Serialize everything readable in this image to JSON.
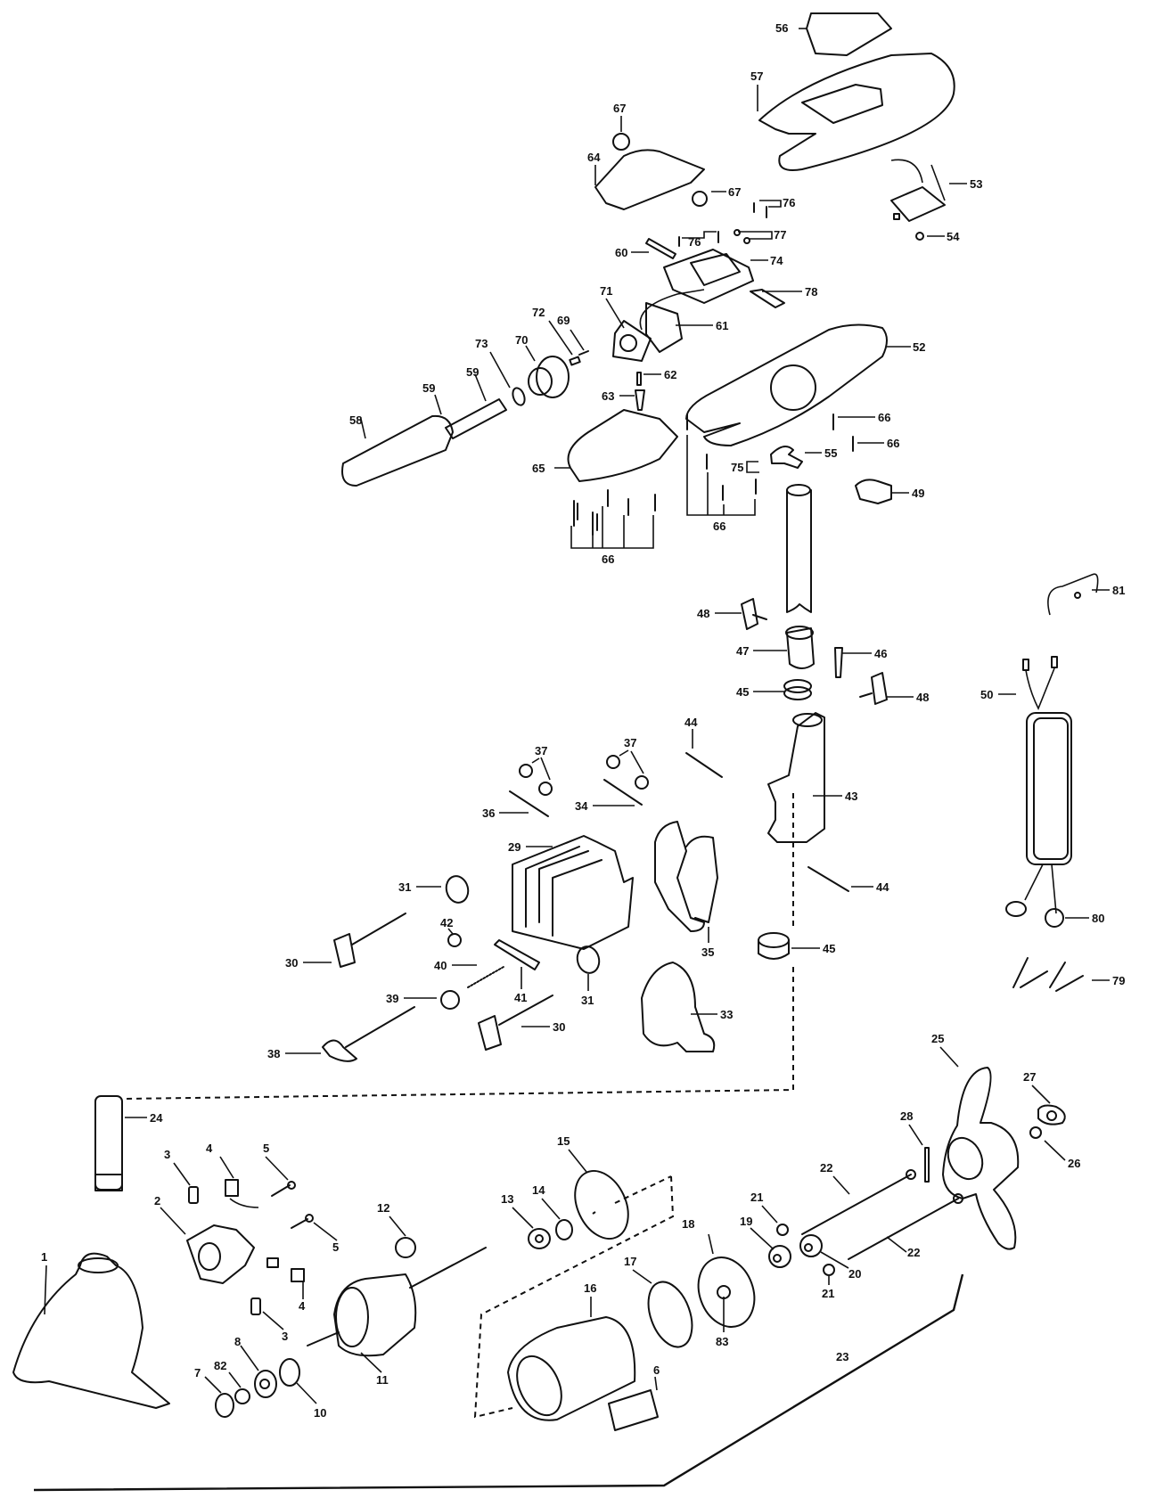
{
  "diagram": {
    "type": "exploded-parts-diagram",
    "subject": "trolling motor",
    "labels": [
      {
        "id": "p56",
        "text": "56"
      },
      {
        "id": "p57",
        "text": "57"
      },
      {
        "id": "p67a",
        "text": "67"
      },
      {
        "id": "p64",
        "text": "64"
      },
      {
        "id": "p67b",
        "text": "67"
      },
      {
        "id": "p76a",
        "text": "76"
      },
      {
        "id": "p53",
        "text": "53"
      },
      {
        "id": "p77",
        "text": "77"
      },
      {
        "id": "p76b",
        "text": "76"
      },
      {
        "id": "p60",
        "text": "60"
      },
      {
        "id": "p54",
        "text": "54"
      },
      {
        "id": "p74",
        "text": "74"
      },
      {
        "id": "p78",
        "text": "78"
      },
      {
        "id": "p71",
        "text": "71"
      },
      {
        "id": "p72",
        "text": "72"
      },
      {
        "id": "p69",
        "text": "69"
      },
      {
        "id": "p61",
        "text": "61"
      },
      {
        "id": "p73",
        "text": "73"
      },
      {
        "id": "p70",
        "text": "70"
      },
      {
        "id": "p52",
        "text": "52"
      },
      {
        "id": "p62",
        "text": "62"
      },
      {
        "id": "p59a",
        "text": "59"
      },
      {
        "id": "p59b",
        "text": "59"
      },
      {
        "id": "p63",
        "text": "63"
      },
      {
        "id": "p58",
        "text": "58"
      },
      {
        "id": "p66a",
        "text": "66"
      },
      {
        "id": "p66b",
        "text": "66"
      },
      {
        "id": "p55",
        "text": "55"
      },
      {
        "id": "p65",
        "text": "65"
      },
      {
        "id": "p75",
        "text": "75"
      },
      {
        "id": "p49",
        "text": "49"
      },
      {
        "id": "p66c",
        "text": "66"
      },
      {
        "id": "p66d",
        "text": "66"
      },
      {
        "id": "p81",
        "text": "81"
      },
      {
        "id": "p48a",
        "text": "48"
      },
      {
        "id": "p47",
        "text": "47"
      },
      {
        "id": "p46",
        "text": "46"
      },
      {
        "id": "p50",
        "text": "50"
      },
      {
        "id": "p45a",
        "text": "45"
      },
      {
        "id": "p48b",
        "text": "48"
      },
      {
        "id": "p44a",
        "text": "44"
      },
      {
        "id": "p37a",
        "text": "37"
      },
      {
        "id": "p37b",
        "text": "37"
      },
      {
        "id": "p43",
        "text": "43"
      },
      {
        "id": "p36",
        "text": "36"
      },
      {
        "id": "p34",
        "text": "34"
      },
      {
        "id": "p29",
        "text": "29"
      },
      {
        "id": "p31a",
        "text": "31"
      },
      {
        "id": "p44b",
        "text": "44"
      },
      {
        "id": "p80",
        "text": "80"
      },
      {
        "id": "p42",
        "text": "42"
      },
      {
        "id": "p35",
        "text": "35"
      },
      {
        "id": "p30a",
        "text": "30"
      },
      {
        "id": "p40",
        "text": "40"
      },
      {
        "id": "p41",
        "text": "41"
      },
      {
        "id": "p45b",
        "text": "45"
      },
      {
        "id": "p79",
        "text": "79"
      },
      {
        "id": "p39",
        "text": "39"
      },
      {
        "id": "p31b",
        "text": "31"
      },
      {
        "id": "p33",
        "text": "33"
      },
      {
        "id": "p30b",
        "text": "30"
      },
      {
        "id": "p38",
        "text": "38"
      },
      {
        "id": "p25",
        "text": "25"
      },
      {
        "id": "p27",
        "text": "27"
      },
      {
        "id": "p24",
        "text": "24"
      },
      {
        "id": "p28",
        "text": "28"
      },
      {
        "id": "p26",
        "text": "26"
      },
      {
        "id": "p15",
        "text": "15"
      },
      {
        "id": "p3a",
        "text": "3"
      },
      {
        "id": "p4a",
        "text": "4"
      },
      {
        "id": "p5a",
        "text": "5"
      },
      {
        "id": "p22a",
        "text": "22"
      },
      {
        "id": "p13",
        "text": "13"
      },
      {
        "id": "p14",
        "text": "14"
      },
      {
        "id": "p2",
        "text": "2"
      },
      {
        "id": "p12",
        "text": "12"
      },
      {
        "id": "p21a",
        "text": "21"
      },
      {
        "id": "p5b",
        "text": "5"
      },
      {
        "id": "p18",
        "text": "18"
      },
      {
        "id": "p19",
        "text": "19"
      },
      {
        "id": "p17",
        "text": "17"
      },
      {
        "id": "p20",
        "text": "20"
      },
      {
        "id": "p22b",
        "text": "22"
      },
      {
        "id": "p4b",
        "text": "4"
      },
      {
        "id": "p1",
        "text": "1"
      },
      {
        "id": "p16",
        "text": "16"
      },
      {
        "id": "p21b",
        "text": "21"
      },
      {
        "id": "p3b",
        "text": "3"
      },
      {
        "id": "p83",
        "text": "83"
      },
      {
        "id": "p23",
        "text": "23"
      },
      {
        "id": "p8",
        "text": "8"
      },
      {
        "id": "p82",
        "text": "82"
      },
      {
        "id": "p11",
        "text": "11"
      },
      {
        "id": "p7",
        "text": "7"
      },
      {
        "id": "p10",
        "text": "10"
      },
      {
        "id": "p6",
        "text": "6"
      }
    ]
  }
}
